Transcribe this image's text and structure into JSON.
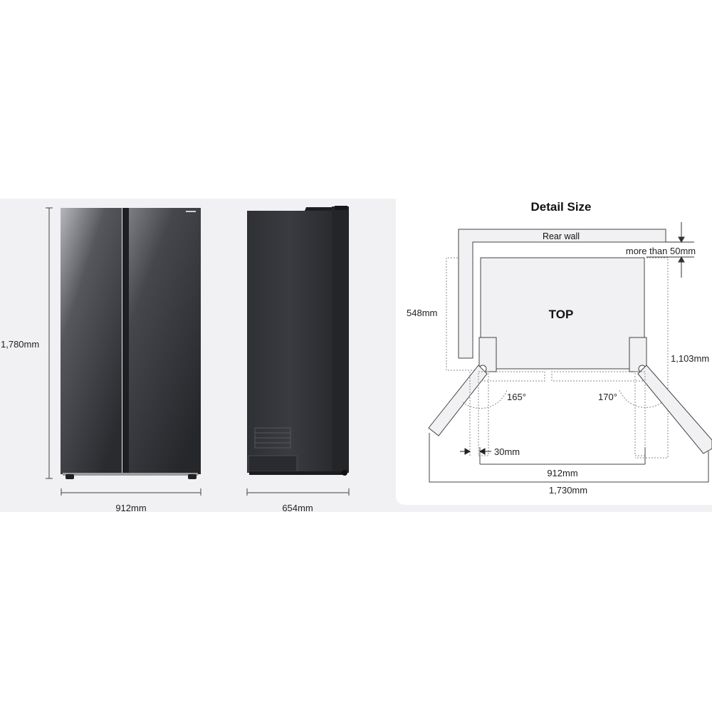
{
  "product_dimensions": {
    "height_label": "1,780mm",
    "front_width_label": "912mm",
    "side_depth_label": "654mm"
  },
  "detail": {
    "title": "Detail Size",
    "rear_wall_label": "Rear wall",
    "clearance_label": "more than 50mm",
    "top_label": "TOP",
    "depth_label": "548mm",
    "open_depth_label": "1,103mm",
    "angle_left_label": "165°",
    "angle_right_label": "170°",
    "gap_label": "30mm",
    "width_label": "912mm",
    "open_width_label": "1,730mm"
  },
  "colors": {
    "fridge_dark": "#2b2c30",
    "fridge_light": "#8a8c92",
    "diagram_fill": "#f1f1f3",
    "line": "#444444"
  }
}
